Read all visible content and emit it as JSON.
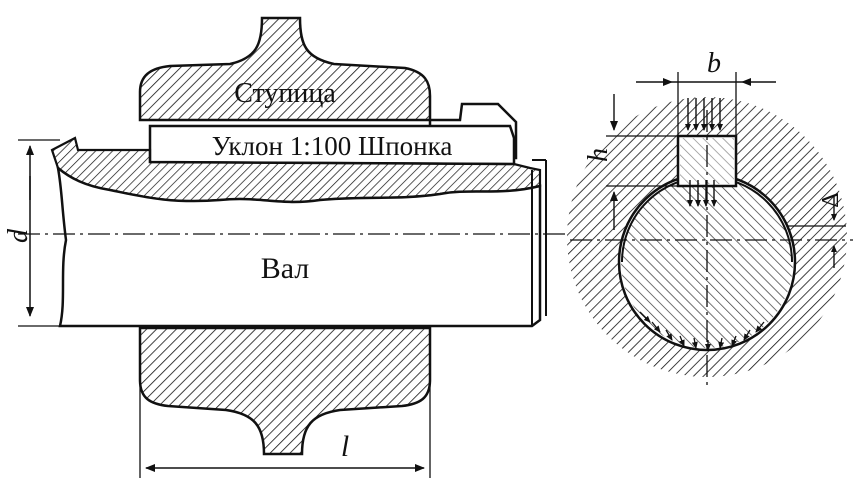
{
  "labels": {
    "hub": "Ступица",
    "taper_key": "Уклон 1:100 Шпонка",
    "shaft": "Вал",
    "dim_diameter": "d",
    "dim_length": "l",
    "dim_key_width": "b",
    "dim_key_height": "h",
    "dim_interference": "Δ"
  },
  "colors": {
    "ink": "#111111",
    "paper": "#ffffff"
  }
}
